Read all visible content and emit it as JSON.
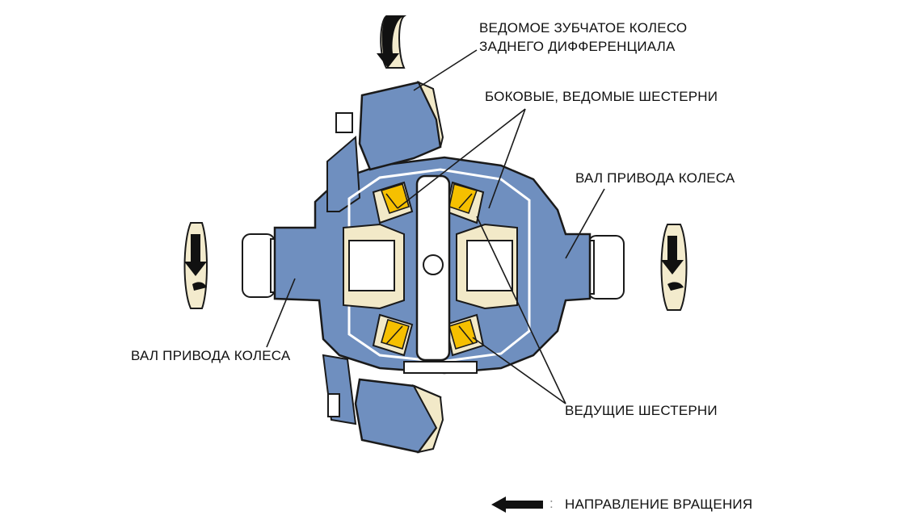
{
  "labels": {
    "ring_gear": [
      "ВЕДОМОЕ ЗУБЧАТОЕ КОЛЕСО",
      "ЗАДНЕГО ДИФФЕРЕНЦИАЛА"
    ],
    "side_gears": "БОКОВЫЕ, ВЕДОМЫЕ ШЕСТЕРНИ",
    "axle_right": "ВАЛ ПРИВОДА КОЛЕСА",
    "axle_left": "ВАЛ ПРИВОДА КОЛЕСА",
    "pinion_gears": "ВЕДУЩИЕ ШЕСТЕРНИ"
  },
  "legend": {
    "separator": ":",
    "text": "НАПРАВЛЕНИЕ ВРАЩЕНИЯ"
  },
  "colors": {
    "housing": "#6f8fbf",
    "gear_cream": "#f2e9c8",
    "gear_yellow": "#f6c000",
    "shaft": "#ffffff",
    "outline": "#1a1a1a",
    "arrow_cream": "#f3ebcd",
    "arrow_black": "#111111"
  }
}
